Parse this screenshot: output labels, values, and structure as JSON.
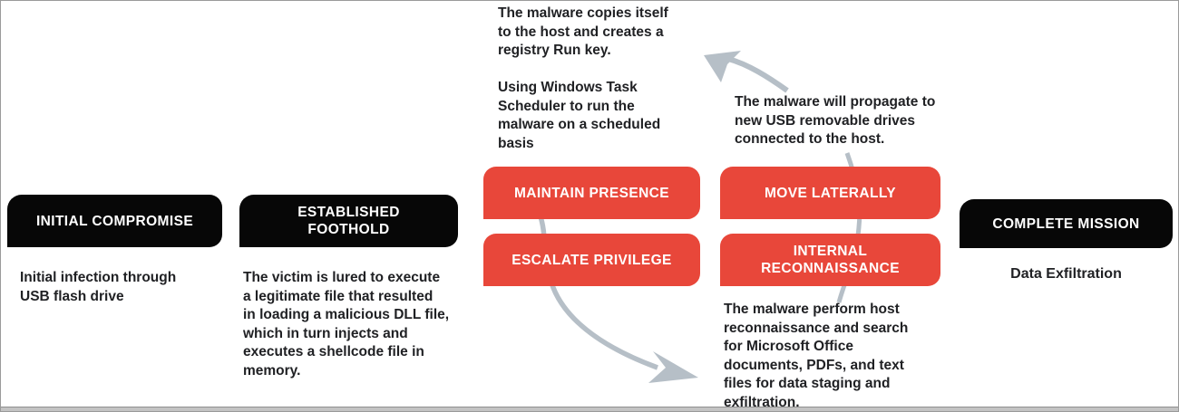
{
  "palette": {
    "stage_red": "#E8473A",
    "stage_black": "#070707",
    "text": "#202124",
    "arrow_gray": "#B6BFC7",
    "background": "#FFFFFF",
    "frame_border": "#9A9A9A"
  },
  "stages": {
    "initial_compromise": {
      "label": "INITIAL COMPROMISE",
      "description": "Initial infection through\nUSB flash drive"
    },
    "established_foothold": {
      "label": "ESTABLISHED FOOTHOLD",
      "description": "The victim is lured to execute\na legitimate file that resulted\nin loading a malicious DLL file,\nwhich in turn injects and\nexecutes a shellcode file in\nmemory."
    },
    "maintain_presence": {
      "label": "MAINTAIN PRESENCE",
      "description": "The malware copies itself\nto the host and creates a\nregistry Run key.\n\nUsing Windows Task\nScheduler to run the\nmalware on a scheduled\nbasis"
    },
    "escalate_privilege": {
      "label": "ESCALATE PRIVILEGE"
    },
    "move_laterally": {
      "label": "MOVE LATERALLY",
      "description": "The malware will propagate to\nnew USB removable drives\nconnected to the host."
    },
    "internal_reconnaissance": {
      "label": "INTERNAL RECONNAISSANCE",
      "description": "The malware perform host\nreconnaissance and search\nfor Microsoft Office\ndocuments, PDFs, and text\nfiles for data staging and\nexfiltration."
    },
    "complete_mission": {
      "label": "COMPLETE MISSION",
      "description": "Data Exfiltration"
    }
  }
}
